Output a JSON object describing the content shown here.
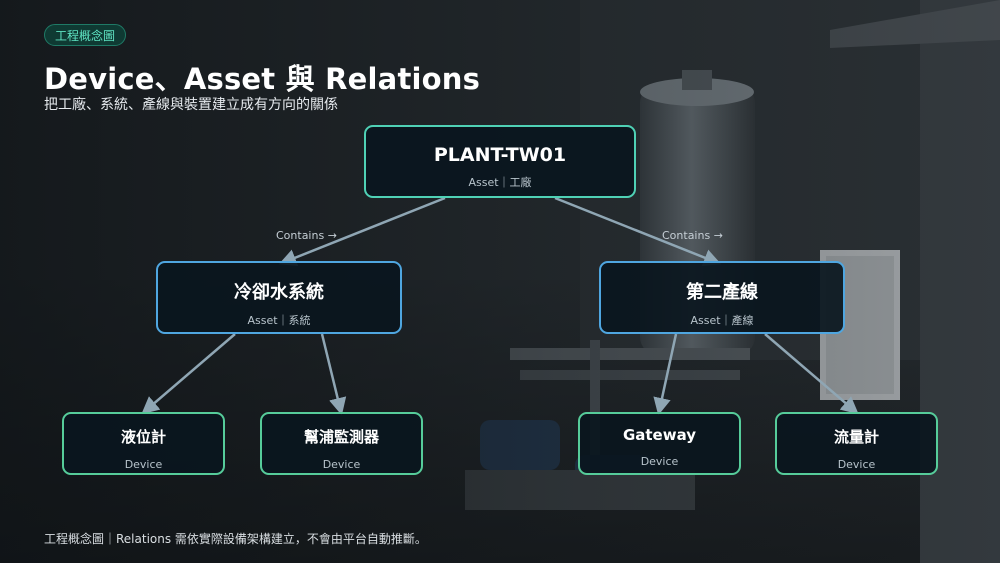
{
  "header": {
    "tag": "工程概念圖",
    "title": "Device、Asset 與 Relations",
    "subtitle": "把工廠、系統、產線與裝置建立成有方向的關係"
  },
  "nodes": {
    "plant": {
      "name": "PLANT-TW01",
      "type": "Asset｜工廠"
    },
    "cooling": {
      "name": "冷卻水系統",
      "type": "Asset｜系統"
    },
    "line2": {
      "name": "第二產線",
      "type": "Asset｜產線"
    },
    "level": {
      "name": "液位計",
      "type": "Device"
    },
    "pump": {
      "name": "幫浦監測器",
      "type": "Device"
    },
    "gateway": {
      "name": "Gateway",
      "type": "Device"
    },
    "flow": {
      "name": "流量計",
      "type": "Device"
    }
  },
  "edges": {
    "left_label": "Contains →",
    "right_label": "Contains →"
  },
  "footer": "工程概念圖｜Relations 需依實際設備架構建立，不會由平台自動推斷。",
  "colors": {
    "accent": "#4fd1b5",
    "system_border": "#4fa6e0",
    "device_border": "#56cc9a",
    "arrow": "#8fa6b4"
  }
}
